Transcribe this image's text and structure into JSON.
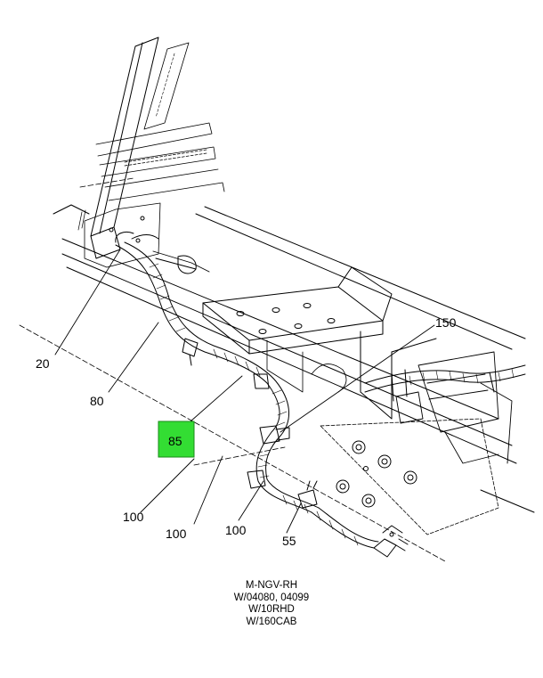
{
  "colors": {
    "line": "#000000",
    "background": "#ffffff",
    "highlight": "#33dd33",
    "highlight_border": "#1a8a1a"
  },
  "callouts": {
    "c20": "20",
    "c80": "80",
    "c85": "85",
    "c150": "150",
    "c100a": "100",
    "c100b": "100",
    "c100c": "100",
    "c55": "55"
  },
  "caption": {
    "line1": "M-NGV-RH",
    "line2": "W/04080, 04099",
    "line3": "W/10RHD",
    "line4": "W/160CAB"
  }
}
